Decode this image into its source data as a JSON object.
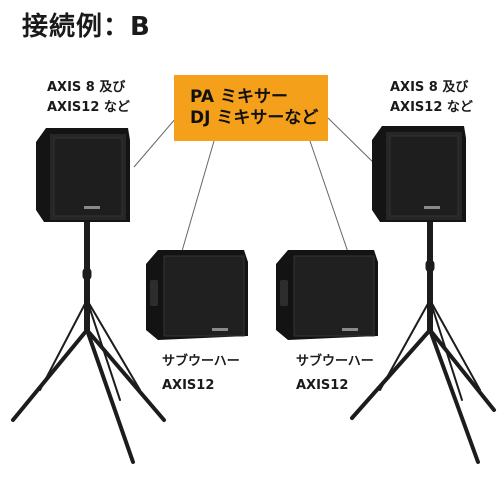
{
  "title": "接続例：B",
  "mixer": {
    "line1": "PA ミキサー",
    "line2": "DJ ミキサーなど",
    "color": "#f5a01a"
  },
  "speaker_left": {
    "line1": "AXIS 8 及び",
    "line2": "AXIS12 など"
  },
  "speaker_right": {
    "line1": "AXIS 8 及び",
    "line2": "AXIS12 など"
  },
  "sub_left": {
    "line1": "サブウーハー",
    "line2": "AXIS12"
  },
  "sub_right": {
    "line1": "サブウーハー",
    "line2": "AXIS12"
  }
}
